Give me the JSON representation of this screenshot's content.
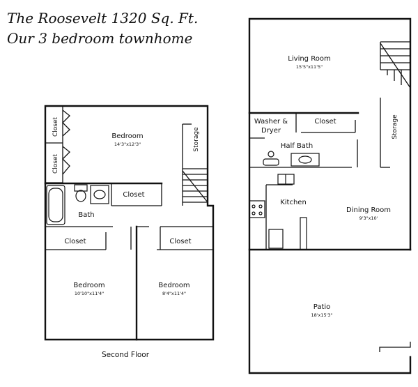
{
  "title": {
    "line1": "The Roosevelt  1320 Sq. Ft.",
    "line2": "Our 3 bedroom townhome"
  },
  "second_floor": {
    "caption": "Second Floor",
    "rooms": {
      "bedroom_main": {
        "name": "Bedroom",
        "size": "14'3\"x12'3\""
      },
      "closet_left_top": {
        "name": "Closet"
      },
      "closet_left_bottom": {
        "name": "Closet"
      },
      "storage": {
        "name": "Storage"
      },
      "closet_mid": {
        "name": "Closet"
      },
      "bath": {
        "name": "Bath"
      },
      "closet_bed_left": {
        "name": "Closet"
      },
      "closet_bed_right": {
        "name": "Closet"
      },
      "bedroom_left": {
        "name": "Bedroom",
        "size": "10'10\"x11'4\""
      },
      "bedroom_right": {
        "name": "Bedroom",
        "size": "8'4\"x11'4\""
      }
    }
  },
  "first_floor": {
    "rooms": {
      "living_room": {
        "name": "Living Room",
        "size": "15'5\"x11'5\""
      },
      "washer_dryer": {
        "line1": "Washer &",
        "line2": "Dryer"
      },
      "closet": {
        "name": "Closet"
      },
      "storage": {
        "name": "Storage"
      },
      "half_bath": {
        "name": "Half Bath"
      },
      "kitchen": {
        "name": "Kitchen"
      },
      "dining_room": {
        "name": "Dining Room",
        "size": "9'3\"x10'"
      },
      "patio": {
        "name": "Patio",
        "size": "18'x15'3\""
      }
    }
  }
}
